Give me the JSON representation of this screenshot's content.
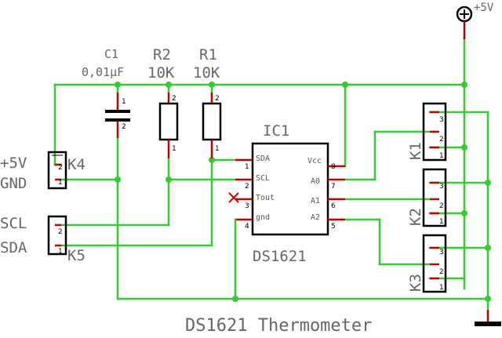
{
  "supply": {
    "label": "+5V"
  },
  "title": "DS1621 Thermometer",
  "c1": {
    "name": "C1",
    "value": "0,01µF",
    "pin1": "1",
    "pin2": "2"
  },
  "r2": {
    "name": "R2",
    "value": "10K",
    "pin1": "1",
    "pin2": "2"
  },
  "r1": {
    "name": "R1",
    "value": "10K",
    "pin1": "1",
    "pin2": "2"
  },
  "ic1": {
    "name": "IC1",
    "part": "DS1621",
    "left_pins": [
      {
        "num": "1",
        "name": "SDA"
      },
      {
        "num": "2",
        "name": "SCL"
      },
      {
        "num": "3",
        "name": "Tout"
      },
      {
        "num": "4",
        "name": "gnd"
      }
    ],
    "right_pins": [
      {
        "num": "8",
        "name": "Vcc"
      },
      {
        "num": "7",
        "name": "A0"
      },
      {
        "num": "6",
        "name": "A1"
      },
      {
        "num": "5",
        "name": "A2"
      }
    ]
  },
  "k4": {
    "name": "K4",
    "pin_top": "2",
    "pin_bottom": "1",
    "label_top": "+5V",
    "label_bottom": "GND"
  },
  "k5": {
    "name": "K5",
    "pin_top": "2",
    "pin_bottom": "1",
    "label_top": "SCL",
    "label_bottom": "SDA"
  },
  "k1": {
    "name": "K1",
    "pins": [
      "3",
      "2",
      "1"
    ]
  },
  "k2": {
    "name": "K2",
    "pins": [
      "3",
      "2",
      "1"
    ]
  },
  "k3": {
    "name": "K3",
    "pins": [
      "3",
      "2",
      "1"
    ]
  }
}
